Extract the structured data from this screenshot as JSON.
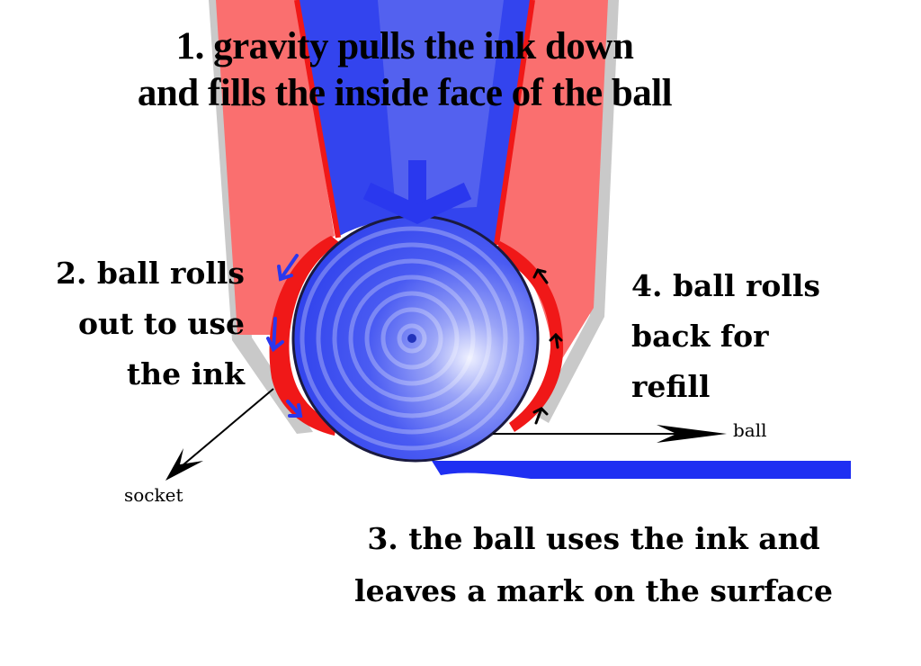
{
  "captions": {
    "step1": [
      "1. gravity pulls the ink down",
      "and fills the inside face of the ball"
    ],
    "step2": [
      "2. ball rolls",
      "out to use",
      "the ink"
    ],
    "step3": [
      "3. the ball uses the ink and",
      "leaves a mark on the surface"
    ],
    "step4": [
      "4. ball rolls",
      "back for",
      "refill"
    ]
  },
  "labels": {
    "ball": "ball",
    "socket": "socket"
  },
  "colors": {
    "ink": "#3344ee",
    "ink_light": "#6e7af0",
    "pen_wall": "#fa6f6f",
    "rim": "#f01818",
    "socket_edge": "#c9c9c9",
    "ball": "#3a4cf0",
    "ball_highlight": "#e6e9ff",
    "surface_mark": "#1f2ff2",
    "arrow_blue": "#2a38ee",
    "arrow_black": "#000000"
  }
}
